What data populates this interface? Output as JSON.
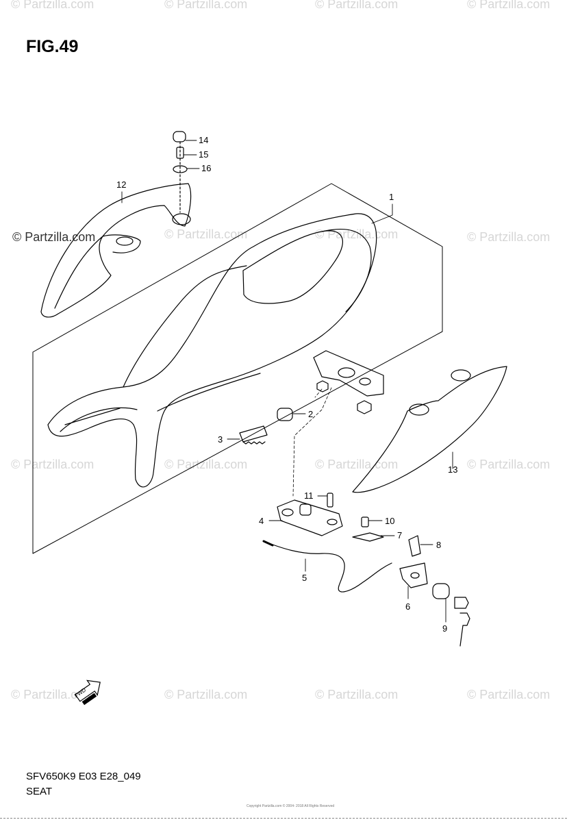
{
  "figure": {
    "title": "FIG.49",
    "code": "SFV650K9 E03 E28_049",
    "name": "SEAT"
  },
  "watermark": {
    "text": "© Partzilla.com"
  },
  "fwd_label": "FWD",
  "copyright_text": "Copyright Partzilla.com © 2004- 2018 All Rights Reserved",
  "callouts": [
    "1",
    "2",
    "3",
    "4",
    "5",
    "6",
    "7",
    "8",
    "9",
    "10",
    "11",
    "12",
    "13",
    "14",
    "15",
    "16"
  ]
}
